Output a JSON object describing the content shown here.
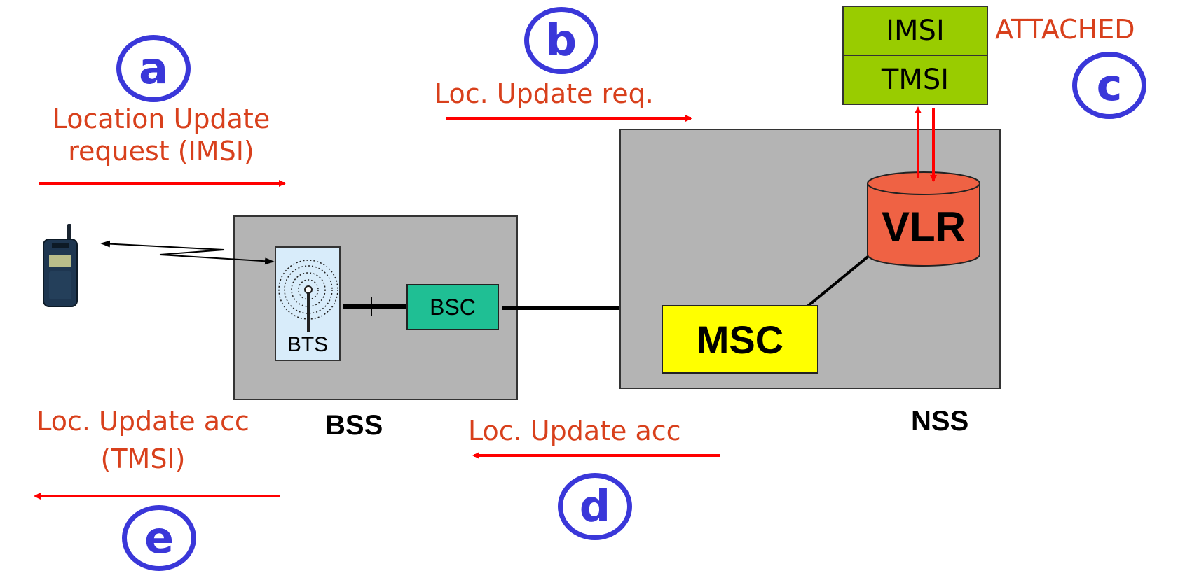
{
  "messages": {
    "a_line1": "Location Update",
    "a_line2": "request (IMSI)",
    "b": "Loc. Update req.",
    "c": "ATTACHED",
    "d": "Loc. Update acc",
    "e_line1": "Loc. Update acc",
    "e_line2": "(TMSI)"
  },
  "steps": {
    "a": "a",
    "b": "b",
    "c": "c",
    "d": "d",
    "e": "e"
  },
  "nodes": {
    "bts": "BTS",
    "bsc": "BSC",
    "msc": "MSC",
    "vlr": "VLR",
    "imsi": "IMSI",
    "tmsi": "TMSI"
  },
  "areas": {
    "bss": "BSS",
    "nss": "NSS"
  },
  "colors": {
    "message_text": "#d8401c",
    "arrow": "#ff0000",
    "step_circle": "#3a37d9",
    "area_fill": "#b4b4b4",
    "bsc_fill": "#1fbf94",
    "msc_fill": "#ffff00",
    "vlr_fill": "#ef6244",
    "register_fill": "#99cc00",
    "bts_fill": "#d8ecfa"
  }
}
